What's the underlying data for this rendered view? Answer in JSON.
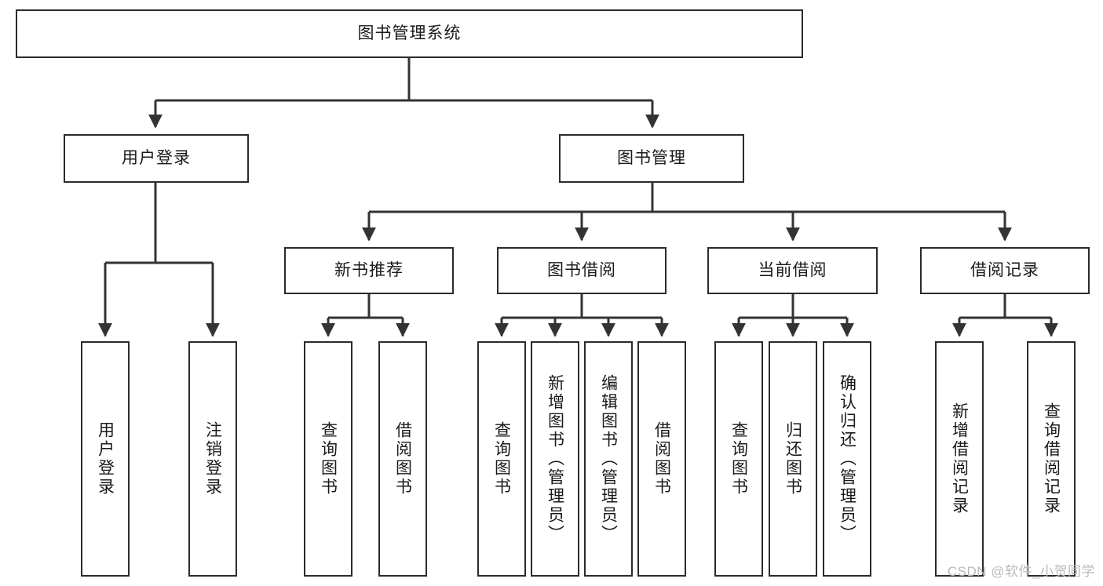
{
  "diagram": {
    "title": "图书管理系统",
    "type": "tree",
    "colors": {
      "box_border": "#2b2b2b",
      "box_fill": "#ffffff",
      "connector": "#333333",
      "text": "#1a1a1a",
      "watermark": "#b9b9b9",
      "background": "#ffffff"
    },
    "root": {
      "label": "图书管理系统"
    },
    "level2": [
      {
        "label": "用户登录"
      },
      {
        "label": "图书管理"
      }
    ],
    "level3": [
      {
        "label": "新书推荐"
      },
      {
        "label": "图书借阅"
      },
      {
        "label": "当前借阅"
      },
      {
        "label": "借阅记录"
      }
    ],
    "leaves": {
      "user_login": [
        {
          "label": "用户登录"
        },
        {
          "label": "注销登录"
        }
      ],
      "new_book": [
        {
          "label": "查询图书"
        },
        {
          "label": "借阅图书"
        }
      ],
      "book_borrow": [
        {
          "label": "查询图书"
        },
        {
          "label": "新增图书（管理员）"
        },
        {
          "label": "编辑图书（管理员）"
        },
        {
          "label": "借阅图书"
        }
      ],
      "current_borrow": [
        {
          "label": "查询图书"
        },
        {
          "label": "归还图书"
        },
        {
          "label": "确认归还（管理员）"
        }
      ],
      "borrow_record": [
        {
          "label": "新增借阅记录"
        },
        {
          "label": "查询借阅记录"
        }
      ]
    },
    "watermark": "CSDN @软件_小贺同学"
  }
}
